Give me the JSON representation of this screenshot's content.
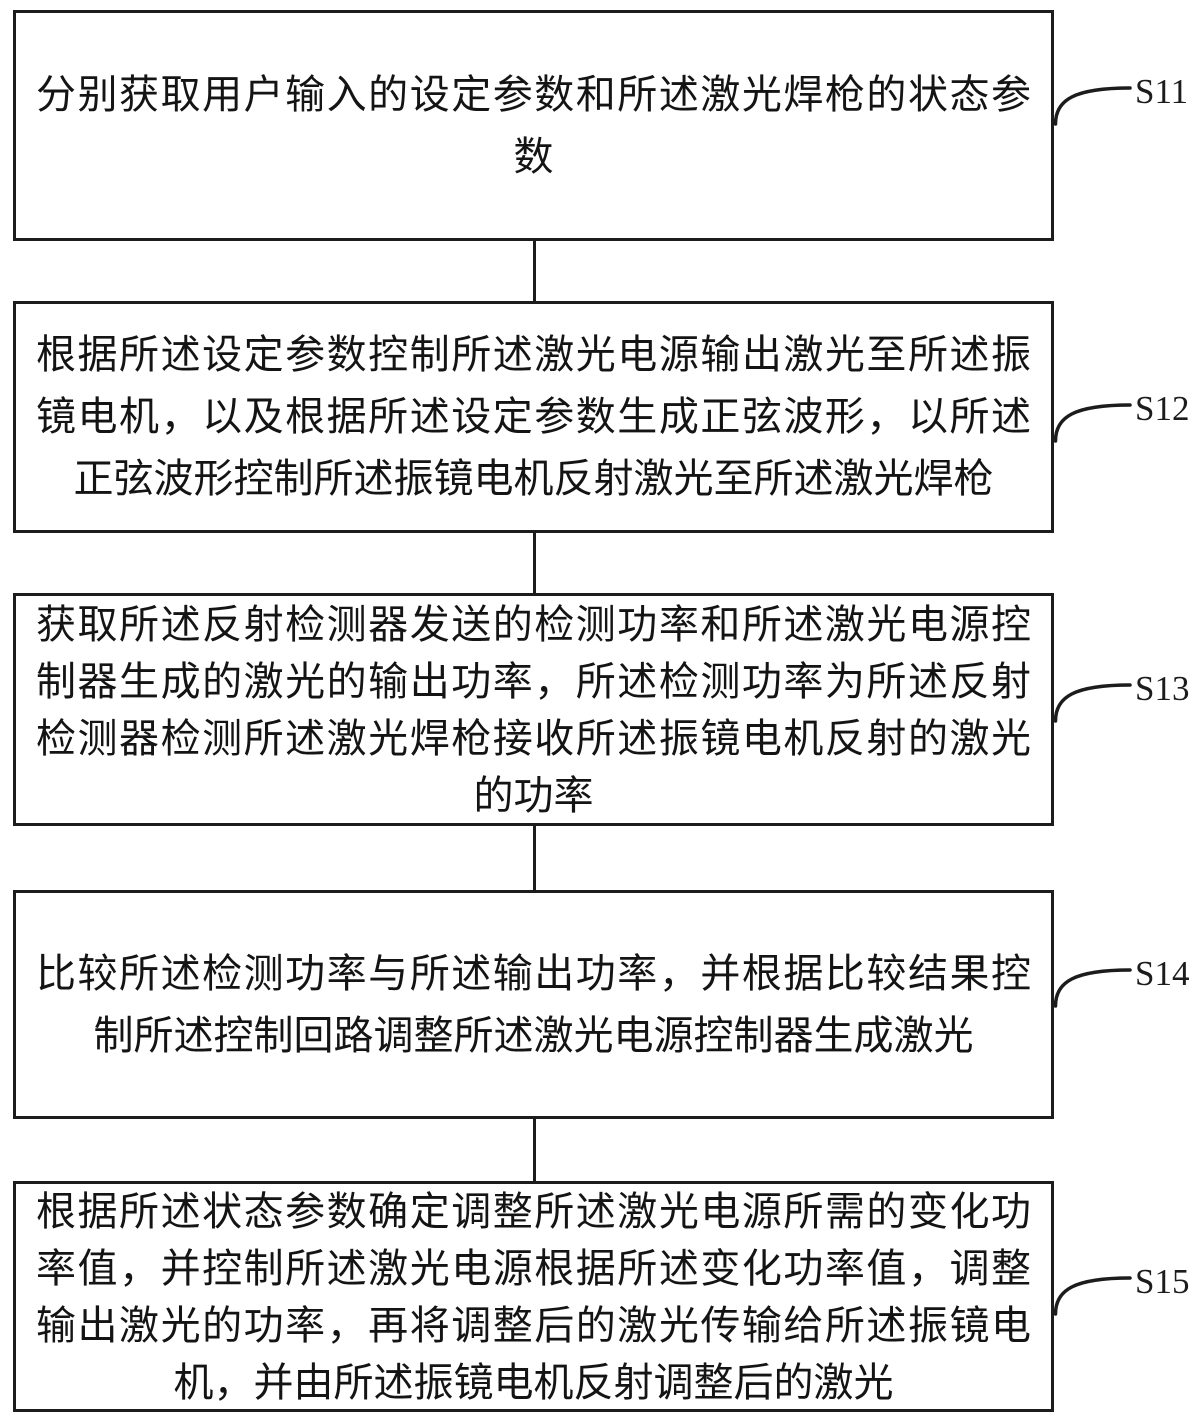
{
  "figure": {
    "type": "flowchart",
    "colors": {
      "line": "#1c1c1c",
      "text": "#141414",
      "background": "#ffffff"
    },
    "steps": [
      {
        "id": "S11",
        "text": "分别获取用户输入的设定参数和所述激光焊枪的状态参数",
        "lines": [
          "分别获取用户输入的设定参数和所述激光焊枪的状态参",
          "数"
        ]
      },
      {
        "id": "S12",
        "text": "根据所述设定参数控制所述激光电源输出激光至所述振镜电机，以及根据所述设定参数生成正弦波形，以所述正弦波形控制所述振镜电机反射激光至所述激光焊枪",
        "lines": [
          "根据所述设定参数控制所述激光电源输出激光至所述振",
          "镜电机，以及根据所述设定参数生成正弦波形，以所述",
          "正弦波形控制所述振镜电机反射激光至所述激光焊枪"
        ]
      },
      {
        "id": "S13",
        "text": "获取所述反射检测器发送的检测功率和所述激光电源控制器生成的激光的输出功率，所述检测功率为所述反射检测器检测所述激光焊枪接收所述振镜电机反射的激光的功率",
        "lines": [
          "获取所述反射检测器发送的检测功率和所述激光电源控",
          "制器生成的激光的输出功率，所述检测功率为所述反射",
          "检测器检测所述激光焊枪接收所述振镜电机反射的激光",
          "的功率"
        ]
      },
      {
        "id": "S14",
        "text": "比较所述检测功率与所述输出功率，并根据比较结果控制所述控制回路调整所述激光电源控制器生成激光",
        "lines": [
          "比较所述检测功率与所述输出功率，并根据比较结果控",
          "制所述控制回路调整所述激光电源控制器生成激光"
        ]
      },
      {
        "id": "S15",
        "text": "根据所述状态参数确定调整所述激光电源所需的变化功率值，并控制所述激光电源根据所述变化功率值，调整输出激光的功率，再将调整后的激光传输给所述振镜电机，并由所述振镜电机反射调整后的激光",
        "lines": [
          "根据所述状态参数确定调整所述激光电源所需的变化功",
          "率值，并控制所述激光电源根据所述变化功率值，调整",
          "输出激光的功率，再将调整后的激光传输给所述振镜电",
          "机，并由所述振镜电机反射调整后的激光"
        ]
      }
    ]
  }
}
